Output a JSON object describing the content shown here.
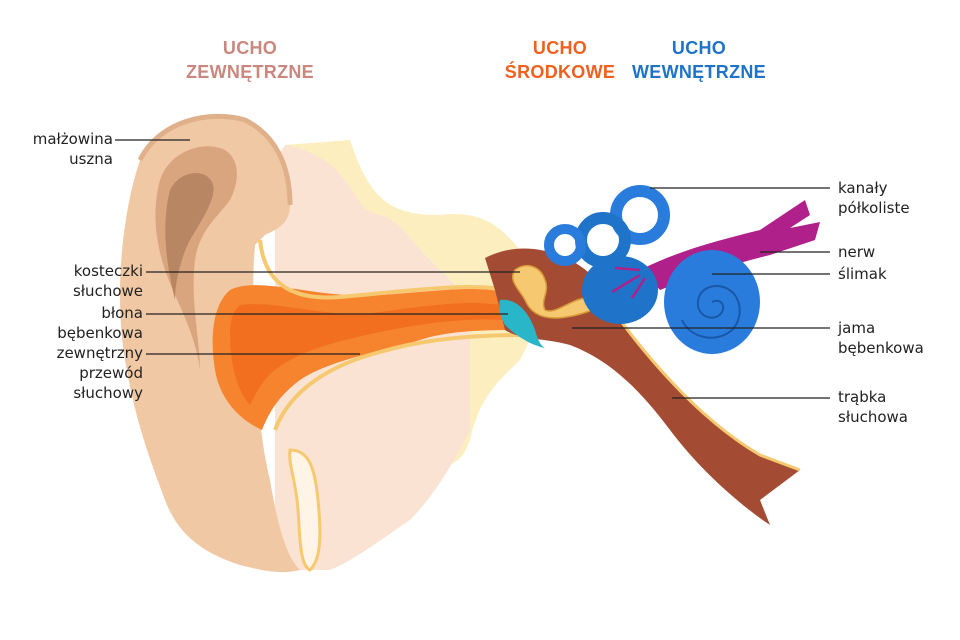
{
  "colors": {
    "outer": "#c9877e",
    "middle": "#f0601e",
    "inner": "#1f73c8",
    "skin": "#f5d6ba",
    "skin_dark": "#d9a57f",
    "canal": "#f6842f",
    "bone": "#fdeec0",
    "tube": "#a34c33",
    "cochlea": "#2a7cdc",
    "nerve": "#b0208a"
  },
  "headers": {
    "outer": {
      "line1": "UCHO",
      "line2": "ZEWNĘTRZNE"
    },
    "middle": {
      "line1": "UCHO",
      "line2": "ŚRODKOWE"
    },
    "inner": {
      "line1": "UCHO",
      "line2": "WEWNĘTRZNE"
    }
  },
  "labels_left": {
    "pinna": {
      "line1": "małżowina",
      "line2": "uszna"
    },
    "ossicles": {
      "line1": "kosteczki",
      "line2": "słuchowe"
    },
    "eardrum": {
      "line1": "błona",
      "line2": "bębenkowa"
    },
    "canal": {
      "line1": "zewnętrzny",
      "line2": "przewód",
      "line3": "słuchowy"
    }
  },
  "labels_right": {
    "semicircular": {
      "line1": "kanały",
      "line2": "półkoliste"
    },
    "nerve": {
      "line1": "nerw"
    },
    "cochlea": {
      "line1": "ślimak"
    },
    "tympanic_cavity": {
      "line1": "jama",
      "line2": "bębenkowa"
    },
    "eustachian": {
      "line1": "trąbka",
      "line2": "słuchowa"
    }
  }
}
